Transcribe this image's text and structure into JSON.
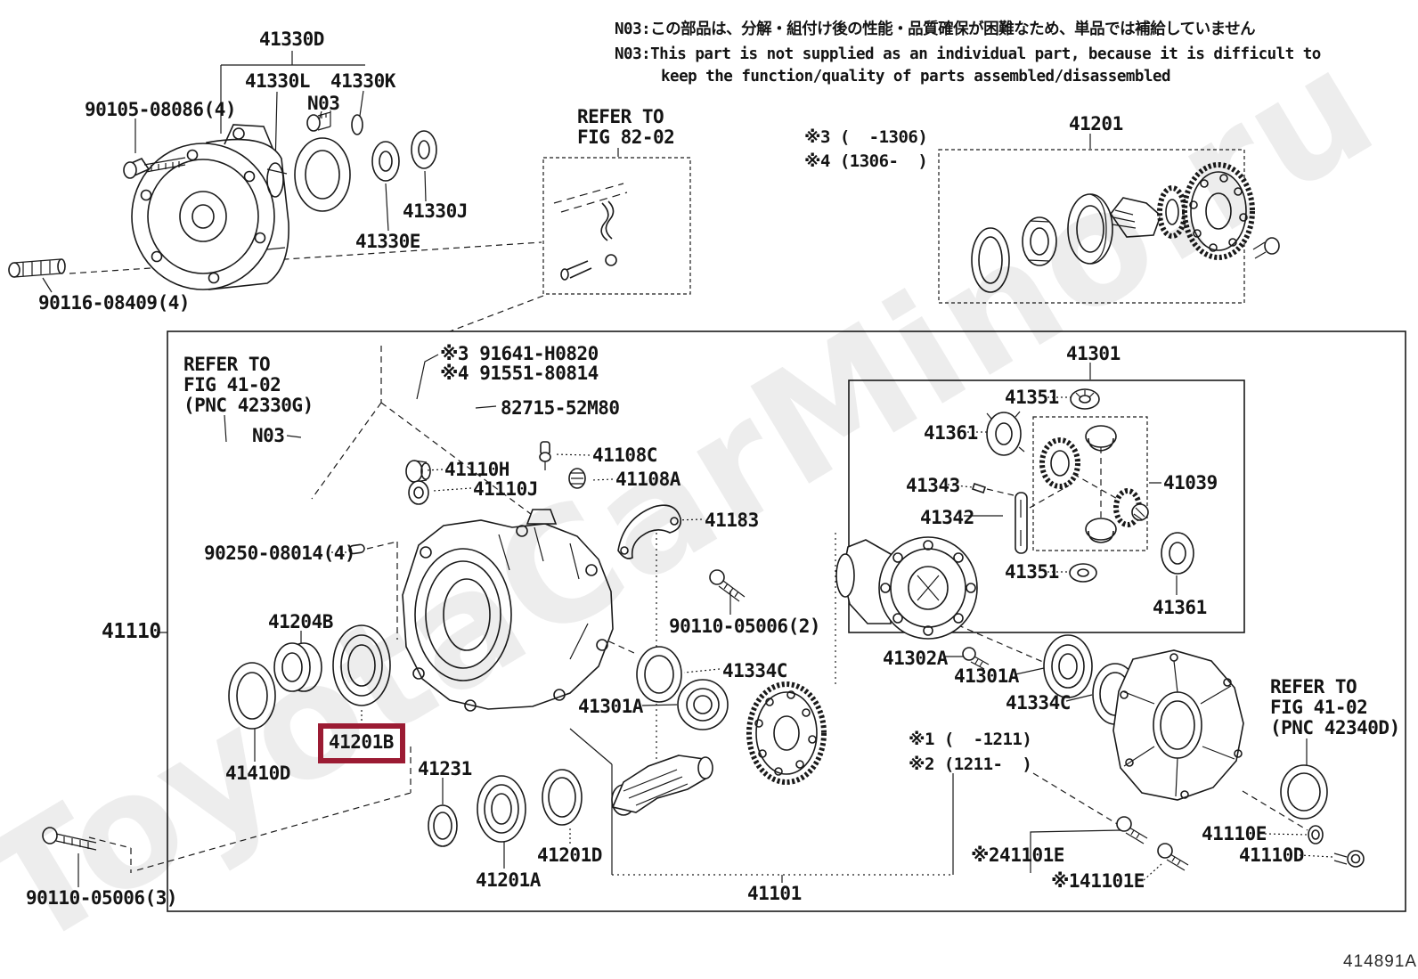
{
  "watermark": "ToyotaCarMino.ru",
  "doc_code": "414891A",
  "highlight": {
    "part": "41201B",
    "color": "#9b1b33"
  },
  "notes": {
    "jp": "N03:この部品は、分解・組付け後の性能・品質確保が困難なため、単品では補給していません",
    "en1": "N03:This part is not supplied as an individual part, because it is difficult to",
    "en2": "keep the function/quality of parts assembled/disassembled"
  },
  "remarks": {
    "r3": "※3 (  -1306)",
    "r4": "※4 (1306-  )",
    "r1": "※1 (  -1211)",
    "r2": "※2 (1211-  )"
  },
  "refs": {
    "fig8202_1": "REFER TO",
    "fig8202_2": "FIG 82-02",
    "fig4102a_1": "REFER TO",
    "fig4102a_2": "FIG 41-02",
    "fig4102a_3": "(PNC 42330G)",
    "fig4102b_1": "REFER TO",
    "fig4102b_2": "FIG 41-02",
    "fig4102b_3": "(PNC 42340D)"
  },
  "labels": {
    "l41330D": "41330D",
    "l41330L": "41330L",
    "l41330K": "41330K",
    "n03_top": "N03",
    "p90105": "90105-08086(4)",
    "l41330J": "41330J",
    "l41330E": "41330E",
    "p90116": "90116-08409(4)",
    "l41201": "41201",
    "n03_mid": "N03",
    "p91641": "※3 91641-H0820",
    "p91551": "※4 91551-80814",
    "p82715": "82715-52M80",
    "l41110H": "41110H",
    "l41110J": "41110J",
    "l41108C": "41108C",
    "l41108A": "41108A",
    "l41183": "41183",
    "p90110_2": "90110-05006(2)",
    "p90250": "90250-08014(4)",
    "l41110": "41110",
    "l41204B": "41204B",
    "l41201B": "41201B",
    "l41410D": "41410D",
    "l41231": "41231",
    "l41201A": "41201A",
    "l41201D": "41201D",
    "p90110_3": "90110-05006(3)",
    "l41101": "41101",
    "l41301": "41301",
    "l41351a": "41351",
    "l41361a": "41361",
    "l41343": "41343",
    "l41342": "41342",
    "l41039": "41039",
    "l41351b": "41351",
    "l41361b": "41361",
    "l41302A": "41302A",
    "l41301A_r": "41301A",
    "l41334C_r": "41334C",
    "l41334C_l": "41334C",
    "l41301A_l": "41301A",
    "l41110E": "41110E",
    "l41110D": "41110D",
    "e2": "※241101E",
    "e1": "※141101E"
  }
}
